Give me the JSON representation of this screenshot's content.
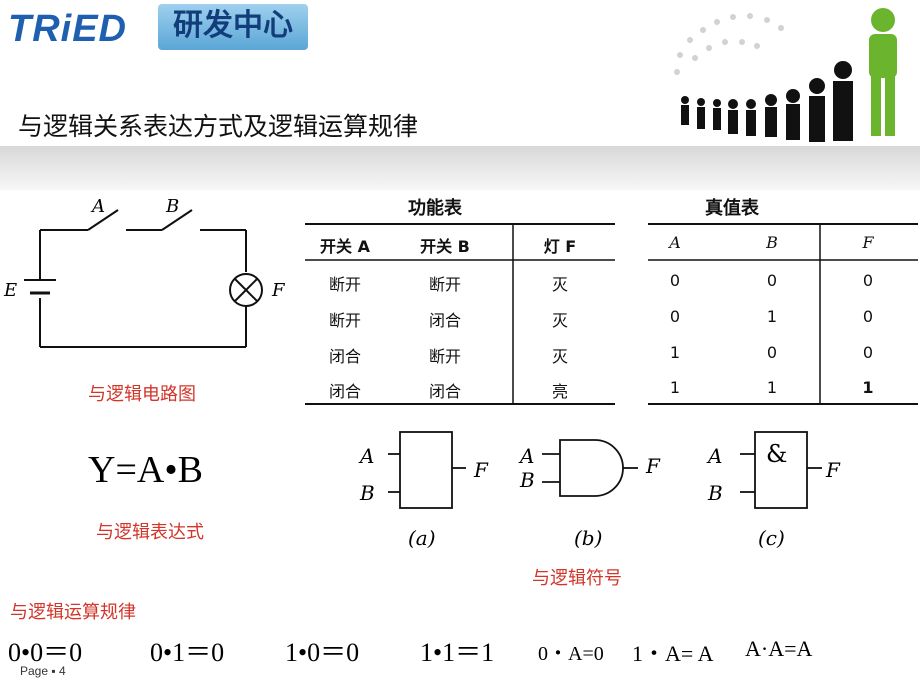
{
  "header": {
    "logo_text": "TRiED",
    "logo_sub": "研发中心"
  },
  "title": "与逻辑关系表达方式及逻辑运算规律",
  "circuit": {
    "switch_a": "A",
    "switch_b": "B",
    "source": "E",
    "lamp": "F",
    "caption": "与逻辑电路图"
  },
  "function_table": {
    "title": "功能表",
    "headers": [
      "开关 A",
      "开关 B",
      "灯 F"
    ],
    "rows": [
      [
        "断开",
        "断开",
        "灭"
      ],
      [
        "断开",
        "闭合",
        "灭"
      ],
      [
        "闭合",
        "断开",
        "灭"
      ],
      [
        "闭合",
        "闭合",
        "亮"
      ]
    ]
  },
  "truth_table": {
    "title": "真值表",
    "headers": [
      "A",
      "B",
      "F"
    ],
    "rows": [
      [
        "0",
        "0",
        "0"
      ],
      [
        "0",
        "1",
        "0"
      ],
      [
        "1",
        "0",
        "0"
      ],
      [
        "1",
        "1",
        "1"
      ]
    ]
  },
  "expression": {
    "formula": "Y=A•B",
    "caption": "与逻辑表达式"
  },
  "symbols": {
    "a": {
      "in1": "A",
      "in2": "B",
      "out": "F",
      "label": "(a)"
    },
    "b": {
      "in1": "A",
      "in2": "B",
      "out": "F",
      "label": "(b)"
    },
    "c": {
      "in1": "A",
      "in2": "B",
      "out": "F",
      "inner": "&",
      "label": "(c)"
    },
    "caption": "与逻辑符号"
  },
  "rules": {
    "caption": "与逻辑运算规律",
    "items": [
      "0•0＝0",
      "0•1＝0",
      "1•0＝0",
      "1•1＝1",
      "0・A=0",
      "1・A= A",
      "A·A=A"
    ]
  },
  "footer": {
    "page": "Page ▪ 4"
  }
}
